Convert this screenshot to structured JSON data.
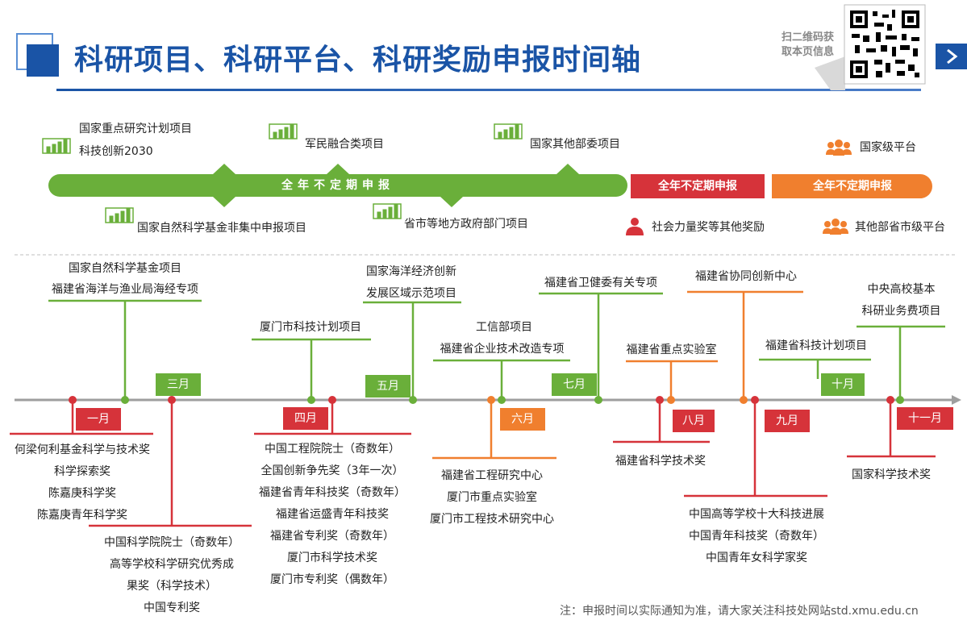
{
  "header": {
    "title": "科研项目、科研平台、科研奖励申报时间轴",
    "qr_hint_line1": "扫二维码获",
    "qr_hint_line2": "取本页信息",
    "next_arrow": "chevron-right-icon"
  },
  "colors": {
    "blue": "#1a54a6",
    "green": "#6aaf3a",
    "red": "#d6333a",
    "orange": "#f07f2e",
    "gray": "#9e9e9e"
  },
  "top_section": {
    "band_green": "全年不定期申报",
    "band_red": "全年不定期申报",
    "band_orange": "全年不定期申报",
    "item1_line1": "国家重点研究计划项目",
    "item1_line2": "科技创新2030",
    "item2": "军民融合类项目",
    "item3": "国家其他部委项目",
    "item4": "国家自然科学基金非集中申报项目",
    "item5": "省市等地方政府部门项目",
    "award_other": "社会力量奖等其他奖励",
    "platform_national": "国家级平台",
    "platform_other": "其他部省市级平台"
  },
  "months": {
    "jan": "一月",
    "mar": "三月",
    "apr": "四月",
    "may": "五月",
    "jun": "六月",
    "jul": "七月",
    "aug": "八月",
    "sep": "九月",
    "oct": "十月",
    "nov": "十一月"
  },
  "above": {
    "feb_1": "国家自然科学基金项目",
    "feb_2": "福建省海洋与渔业局海经专项",
    "apr_1": "厦门市科技计划项目",
    "may_1": "国家海洋经济创新",
    "may_2": "发展区域示范项目",
    "jun_1": "工信部项目",
    "jun_2": "福建省企业技术改造专项",
    "jul_1": "福建省卫健委有关专项",
    "aug_1": "福建省重点实验室",
    "sep_1": "福建省协同创新中心",
    "oct_1": "福建省科技计划项目",
    "nov_1": "中央高校基本",
    "nov_2": "科研业务费项目"
  },
  "below": {
    "jan": [
      "何梁何利基金科学与技术奖",
      "科学探索奖",
      "陈嘉庚科学奖",
      "陈嘉庚青年科学奖"
    ],
    "mar": [
      "中国科学院院士（奇数年）",
      "高等学校科学研究优秀成",
      "果奖（科学技术）",
      "中国专利奖"
    ],
    "apr": [
      "中国工程院院士（奇数年）",
      "全国创新争先奖（3年一次）",
      "福建省青年科技奖（奇数年）",
      "福建省运盛青年科技奖",
      "福建省专利奖（奇数年）",
      "厦门市科学技术奖",
      "厦门市专利奖（偶数年）"
    ],
    "jun": [
      "福建省工程研究中心",
      "厦门市重点实验室",
      "厦门市工程技术研究中心"
    ],
    "aug": [
      "福建省科学技术奖"
    ],
    "sep": [
      "中国高等学校十大科技进展",
      "中国青年科技奖（奇数年）",
      "中国青年女科学家奖"
    ],
    "nov": [
      "国家科学技术奖"
    ]
  },
  "footer": {
    "note": "注：申报时间以实际通知为准，请大家关注科技处网站std.xmu.edu.cn"
  }
}
